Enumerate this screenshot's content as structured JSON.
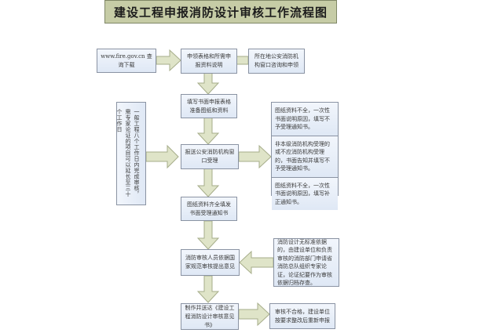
{
  "title": "建设工程申报消防设计审核工作流程图",
  "colors": {
    "title_bg": "#c6cca6",
    "box_bg": "#e6edf7",
    "box_border": "#8a93a3",
    "arrow_fill": "#dfe4c8"
  },
  "nodes": {
    "website": "www.fire.gov.cn 查询下载",
    "get_forms": "申领表格和所需申报资料说明",
    "local_office": "所在地公安消防机构窗口咨询和申领",
    "fill_forms": "填写书面申报表格准备图纸和资料",
    "submit": "报送公安消防机构窗口受理",
    "complete_notice": "图纸资料齐全填发书面受理通知书",
    "review": "消防审核人员依据国家规范审核提出意见",
    "issue_opinion": "制作并送达《建设工程消防设计审核意见书》",
    "fail": "审核不合格，建设单位按要求整改后重新申报",
    "timeline": "一般工程八个工作日内完成审核，需专家论证的项目可以延长至三十个工作日",
    "expert_review": "消防设计无标准依据的，由建设单位和负责审核的消防部门申请省消防总队组织专家论证，论证纪要作为审核依据归档存查。"
  },
  "rejections": [
    "图纸资料不全，一次性书面说明原因，填写不予受理通知书。",
    "非本级消防机构受理的或不应消防机构受理的，书面告知并填写不予受理通知书。",
    "图纸资料不全，一次性书面说明原因，填写补正通知书。"
  ]
}
